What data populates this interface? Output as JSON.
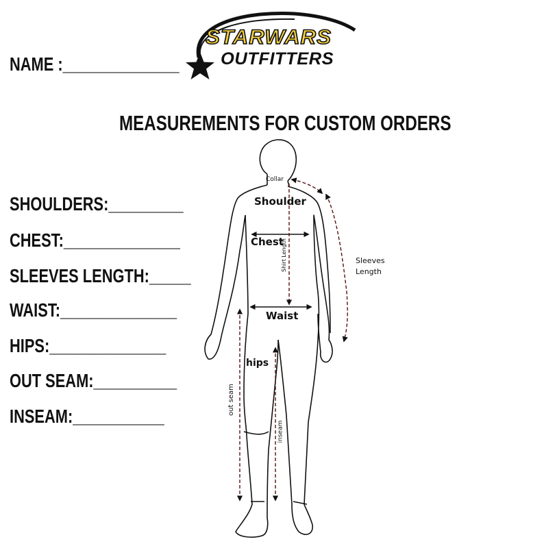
{
  "logo": {
    "line1": "STARWARS",
    "line2": "OUTFITTERS",
    "colors": {
      "yellow": "#f4d03f",
      "black": "#111111"
    }
  },
  "name_label": "NAME :______________",
  "title": "MEASUREMENTS FOR CUSTOM ORDERS",
  "fields": [
    {
      "id": "shoulders",
      "label": "SHOULDERS:_________"
    },
    {
      "id": "chest",
      "label": "CHEST:______________"
    },
    {
      "id": "sleeves",
      "label": "SLEEVES LENGTH:_____"
    },
    {
      "id": "waist",
      "label": "WAIST:______________"
    },
    {
      "id": "hips",
      "label": "HIPS:______________"
    },
    {
      "id": "outseam",
      "label": "OUT SEAM:__________"
    },
    {
      "id": "inseam",
      "label": "INSEAM:___________"
    }
  ],
  "diagram": {
    "collar": "Collar",
    "shoulder": "Shoulder",
    "chest": "Chest",
    "shirt_length": "Shirt Length",
    "sleeves_line1": "Sleeves",
    "sleeves_line2": "Length",
    "waist": "Waist",
    "hips": "hips",
    "out_seam": "out seam",
    "inseam": "inseam",
    "line_color": "#5a1010"
  }
}
